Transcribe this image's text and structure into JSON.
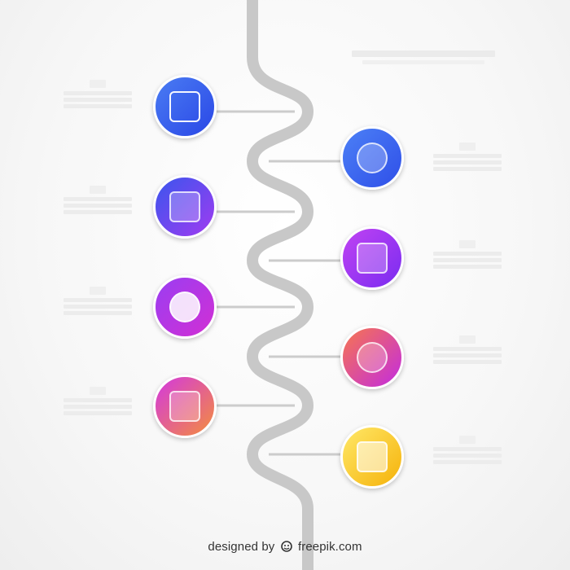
{
  "footer": {
    "designed_by": "designed by",
    "brand": "freepik.com"
  },
  "colors": {
    "road": "#c9c9c9",
    "connector": "#cccccc",
    "background": "#f5f5f5",
    "node_1": [
      "#3a6ff0",
      "#2b4ee8"
    ],
    "node_2": [
      "#4a7bf5",
      "#3155ea"
    ],
    "node_3": [
      "#3f55ee",
      "#9b36ee"
    ],
    "node_4": [
      "#b13ff2",
      "#7b2df0"
    ],
    "node_5": [
      "#a43ff2",
      "#cf2fd6"
    ],
    "node_6": [
      "#f5725a",
      "#c42bdf"
    ],
    "node_7": [
      "#d83bdc",
      "#f39342"
    ],
    "node_8": [
      "#fde35a",
      "#f5b40d"
    ]
  },
  "nodes": [
    {
      "id": 1,
      "side": "left",
      "icon": "badge-icon"
    },
    {
      "id": 2,
      "side": "right",
      "icon": "gear-icon"
    },
    {
      "id": 3,
      "side": "left",
      "icon": "chart-icon"
    },
    {
      "id": 4,
      "side": "right",
      "icon": "cloud-icon"
    },
    {
      "id": 5,
      "side": "left",
      "icon": "globe-icon"
    },
    {
      "id": 6,
      "side": "right",
      "icon": "lightbulb-icon"
    },
    {
      "id": 7,
      "side": "left",
      "icon": "phone-icon"
    },
    {
      "id": 8,
      "side": "right",
      "icon": "document-icon"
    }
  ]
}
